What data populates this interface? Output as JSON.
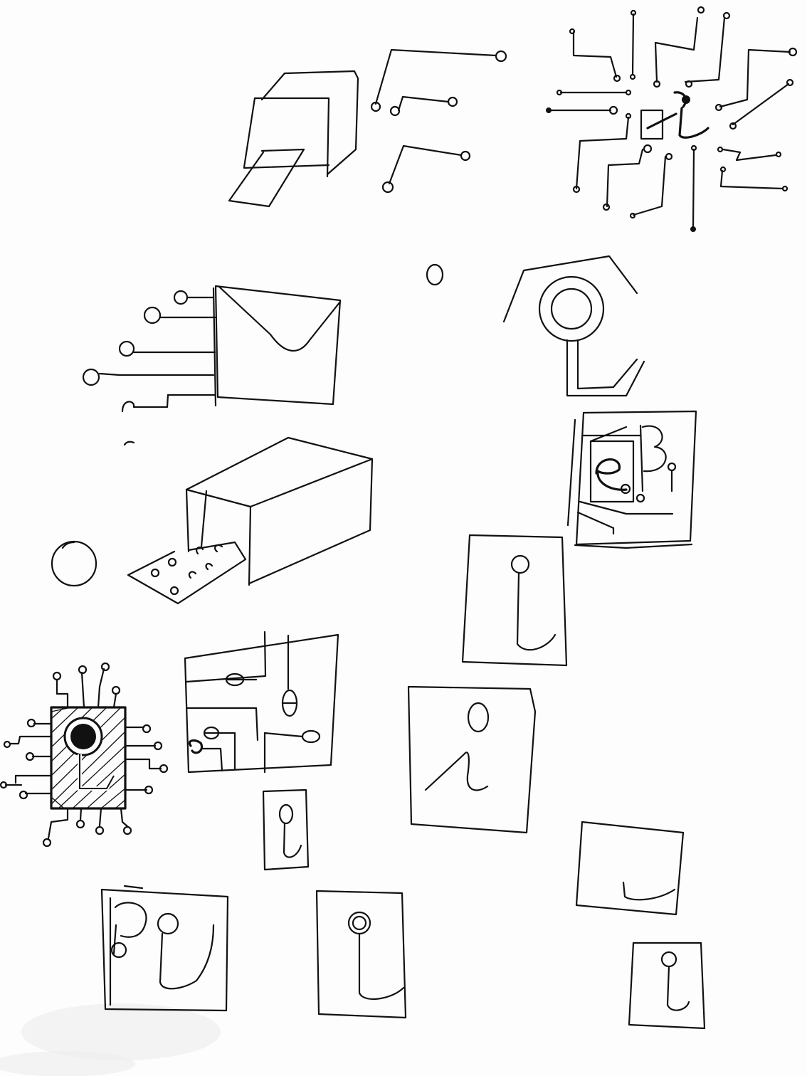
{
  "page": {
    "kind": "sketchbook page",
    "ink_color": "#111111",
    "paper_color": "#fdfdfd"
  },
  "sketches": [
    {
      "name": "printer-with-circuit-traces",
      "row": 1
    },
    {
      "name": "ei-logo-with-circuit-traces",
      "row": 1
    },
    {
      "name": "envelope-with-circuit-pins",
      "row": 2
    },
    {
      "name": "small-circle",
      "row": 2
    },
    {
      "name": "house-outline-with-ring-trace",
      "row": 2
    },
    {
      "name": "eb-monogram-circuit-box",
      "row": 3
    },
    {
      "name": "printer-box-with-paper",
      "row": 3
    },
    {
      "name": "round-ball",
      "row": 3
    },
    {
      "name": "i-logo-box-tall",
      "row": 4
    },
    {
      "name": "microchip-with-pins",
      "row": 5
    },
    {
      "name": "circuit-panel",
      "row": 5
    },
    {
      "name": "i-logo-box-large",
      "row": 5
    },
    {
      "name": "i-logo-box-small",
      "row": 6
    },
    {
      "name": "j-hook-box",
      "row": 6
    },
    {
      "name": "pi-logo-box",
      "row": 7
    },
    {
      "name": "i-logo-box-ring",
      "row": 7
    },
    {
      "name": "i-logo-box-corner",
      "row": 7
    }
  ]
}
